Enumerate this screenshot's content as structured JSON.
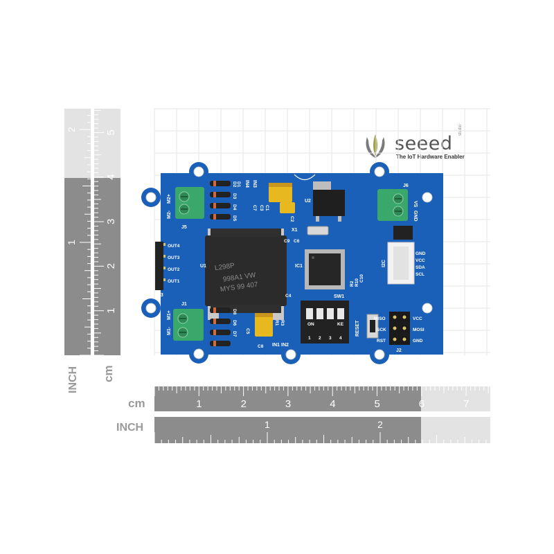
{
  "brand": {
    "name": "seeed",
    "tagline": "The IoT Hardware Enabler",
    "sub": "studio"
  },
  "rulers": {
    "cm_label": "cm",
    "inch_label": "INCH",
    "horizontal_cm_ticks": [
      "1",
      "2",
      "3",
      "4",
      "5",
      "6",
      "7"
    ],
    "horizontal_inch_ticks": [
      "1",
      "2"
    ],
    "vertical_cm_ticks": [
      "1",
      "2",
      "3",
      "4",
      "5"
    ],
    "vertical_inch_ticks": [
      "1",
      "2"
    ]
  },
  "board": {
    "connectors": {
      "j5": "J5",
      "j1": "J1",
      "j6": "J6",
      "j3": "J3",
      "j2": "J2",
      "m2_pos": "M2+",
      "m2_neg": "M2-",
      "m1_pos": "M1+",
      "m1_neg": "M1-",
      "vs": "VS",
      "gnd": "GND",
      "i2c": "I2C"
    },
    "outputs": [
      "OUT4",
      "OUT3",
      "OUT2",
      "OUT1"
    ],
    "ic_labels": {
      "u1": "U1",
      "u2": "U2",
      "ic1": "IC1",
      "x1": "X1",
      "sw1": "SW1"
    },
    "chip_marking": [
      "L298P",
      "998A1 VW",
      "MYS 99 407"
    ],
    "diodes_top": [
      "D1",
      "D2",
      "D3",
      "D4",
      "D5"
    ],
    "diodes_bottom": [
      "D6",
      "D7",
      "D8"
    ],
    "inputs_top": [
      "IN4",
      "IN3"
    ],
    "inputs_bottom": [
      "IN1",
      "IN2"
    ],
    "caps": [
      "C1",
      "C2",
      "C3",
      "C4",
      "C5",
      "C6",
      "C7",
      "C8",
      "C9",
      "C10"
    ],
    "resistors": [
      "R1",
      "R2",
      "R3",
      "R10"
    ],
    "dip": {
      "on": "ON",
      "ke": "KE",
      "numbers": [
        "1",
        "2",
        "3",
        "4"
      ]
    },
    "reset": "RESET",
    "isp_left": [
      "MISO",
      "SCK",
      "RST"
    ],
    "isp_right": [
      "VCC",
      "MOSI",
      "GND"
    ],
    "i2c_pins": [
      "GND",
      "VCC",
      "SDA",
      "SCL"
    ]
  }
}
